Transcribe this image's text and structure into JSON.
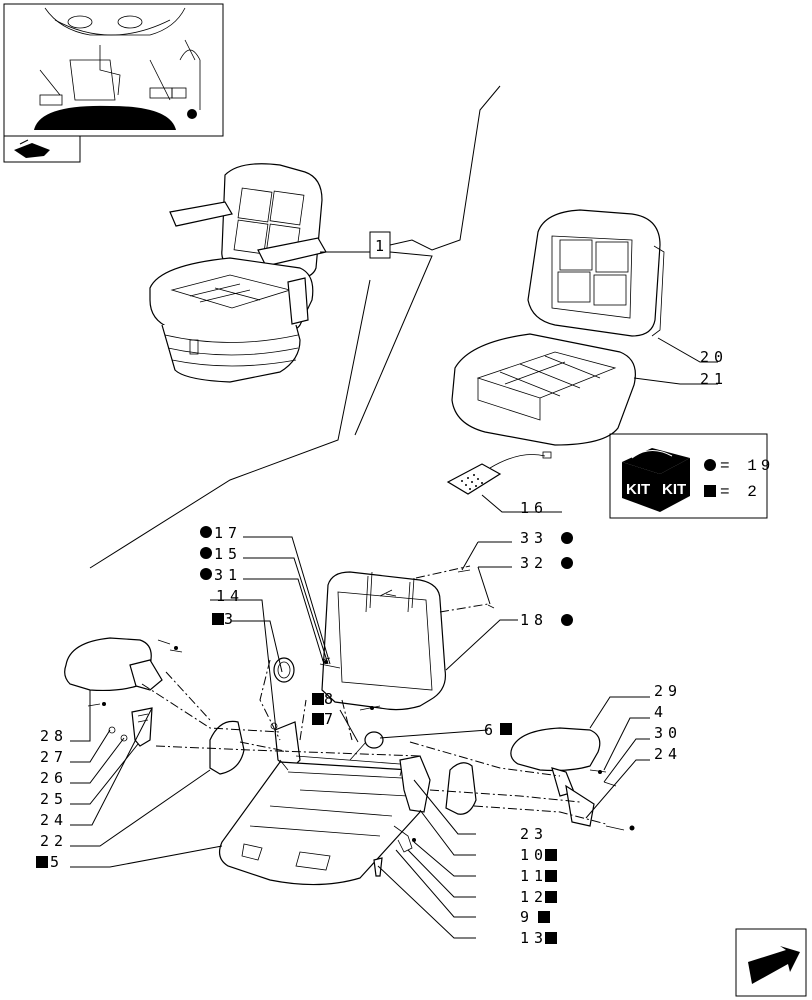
{
  "parts": [
    {
      "ref": "1"
    },
    {
      "ref": "20"
    },
    {
      "ref": "21"
    },
    {
      "ref": "16"
    },
    {
      "ref": "17",
      "marker": "circle"
    },
    {
      "ref": "15",
      "marker": "circle"
    },
    {
      "ref": "31",
      "marker": "circle"
    },
    {
      "ref": "14"
    },
    {
      "ref": "3",
      "marker": "square"
    },
    {
      "ref": "33",
      "marker": "circle"
    },
    {
      "ref": "32",
      "marker": "circle"
    },
    {
      "ref": "18",
      "marker": "circle"
    },
    {
      "ref": "8",
      "marker": "square"
    },
    {
      "ref": "7",
      "marker": "square"
    },
    {
      "ref": "6",
      "marker": "square"
    },
    {
      "ref": "29"
    },
    {
      "ref": "4"
    },
    {
      "ref": "30"
    },
    {
      "ref": "24"
    },
    {
      "ref": "28"
    },
    {
      "ref": "27"
    },
    {
      "ref": "26"
    },
    {
      "ref": "25"
    },
    {
      "ref": "24"
    },
    {
      "ref": "22"
    },
    {
      "ref": "5",
      "marker": "square"
    },
    {
      "ref": "23"
    },
    {
      "ref": "10",
      "marker": "square"
    },
    {
      "ref": "11",
      "marker": "square"
    },
    {
      "ref": "12",
      "marker": "square"
    },
    {
      "ref": "9",
      "marker": "square"
    },
    {
      "ref": "13",
      "marker": "square"
    }
  ],
  "kit_legend": {
    "kit_word": "KIT",
    "circle_eq": "= 19",
    "square_eq": "= 2"
  },
  "icons": {
    "thumbnail": "tractor-cab-thumbnail",
    "corner_top": "page-back-arrow-icon",
    "corner_bottom": "next-page-arrow-icon"
  }
}
